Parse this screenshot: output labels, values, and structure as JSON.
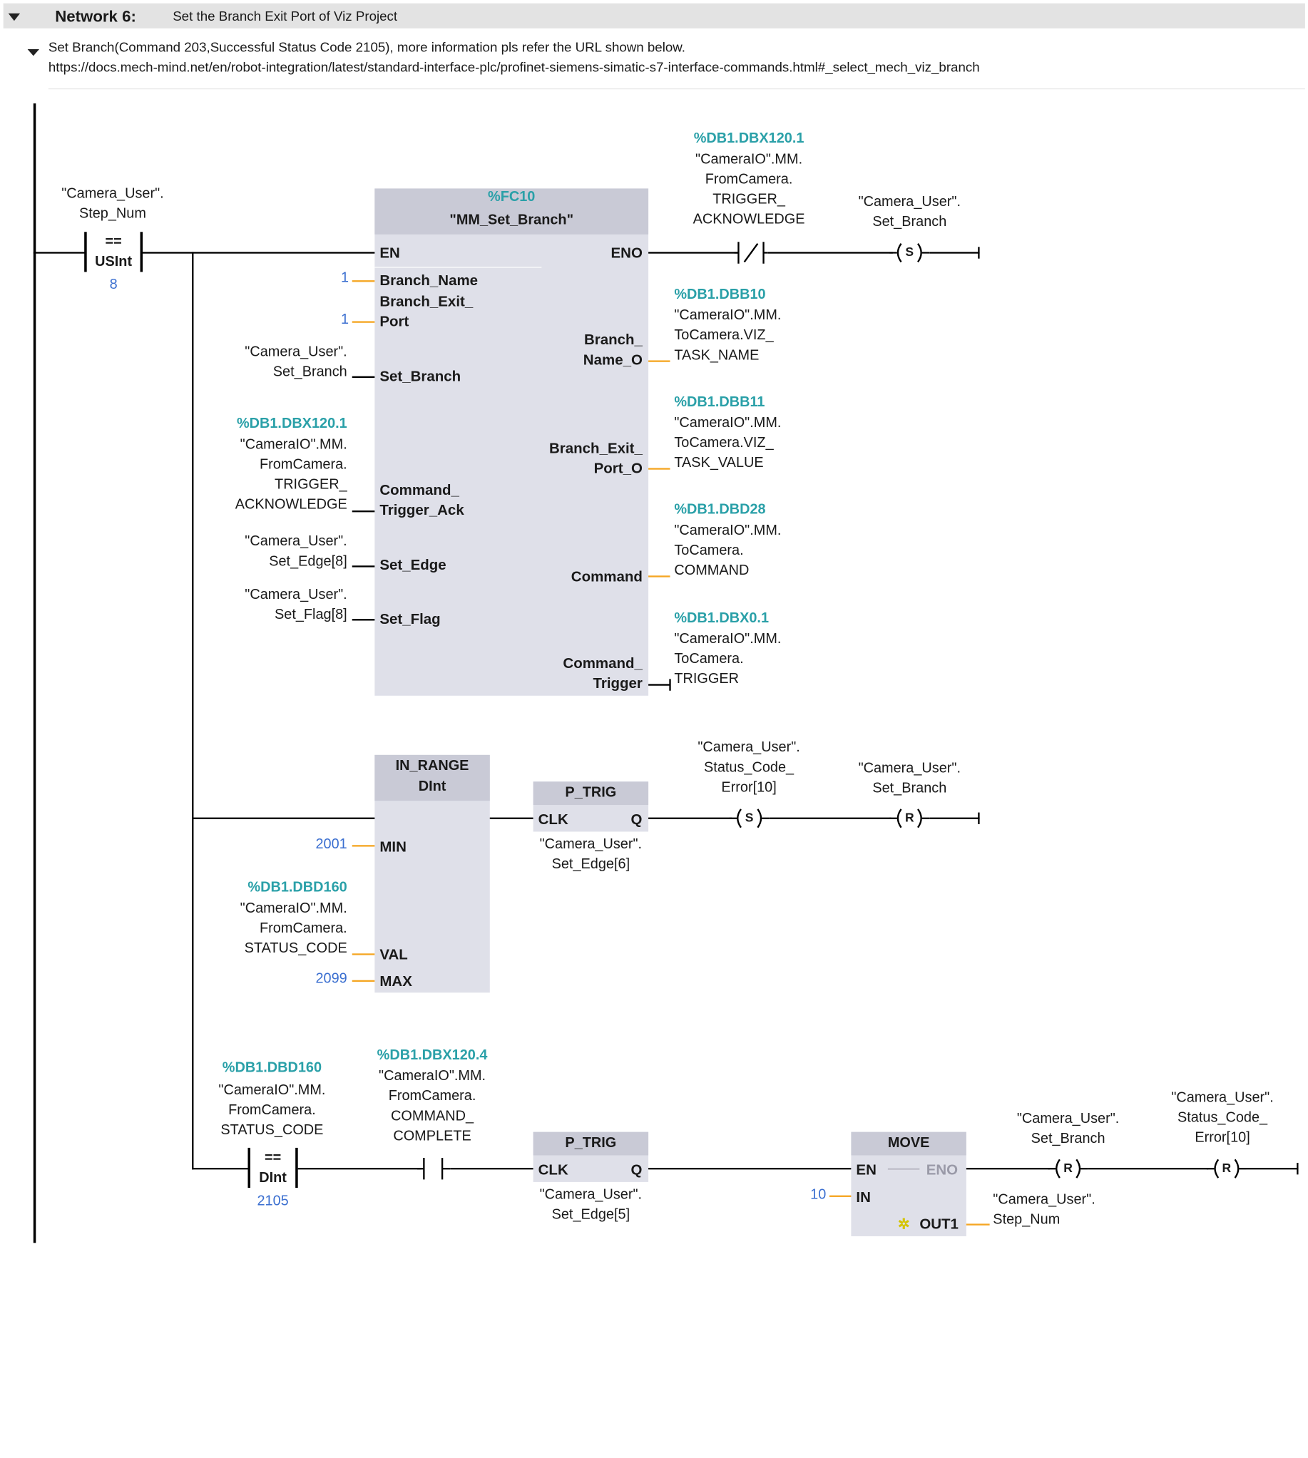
{
  "network": {
    "label": "Network 6:",
    "description": "Set the Branch Exit Port of Viz Project"
  },
  "comment": {
    "line1": "Set Branch(Command 203,Successful Status Code 2105), more information pls refer the URL shown below.",
    "line2": "https://docs.mech-mind.net/en/robot-integration/latest/standard-interface-plc/profinet-siemens-simatic-s7-interface-commands.html#_select_mech_viz_branch"
  },
  "rung1": {
    "cmp": {
      "tag1": "\"Camera_User\".",
      "tag2": "Step_Num",
      "op": "==",
      "type": "USInt",
      "value": "8"
    },
    "fc": {
      "address": "%FC10",
      "name": "\"MM_Set_Branch\"",
      "pins_left": {
        "en": "EN",
        "branch_name": "Branch_Name",
        "branch_exit_1": "Branch_Exit_",
        "branch_exit_2": "Port",
        "set_branch": "Set_Branch",
        "cmd_ack_1": "Command_",
        "cmd_ack_2": "Trigger_Ack",
        "set_edge": "Set_Edge",
        "set_flag": "Set_Flag"
      },
      "pins_right": {
        "eno": "ENO",
        "bno_1": "Branch_",
        "bno_2": "Name_O",
        "bepo_1": "Branch_Exit_",
        "bepo_2": "Port_O",
        "command": "Command",
        "ctrig_1": "Command_",
        "ctrig_2": "Trigger"
      },
      "in_branch_name": "1",
      "in_branch_exit_port": "1",
      "in_set_branch": [
        "\"Camera_User\".",
        "Set_Branch"
      ],
      "in_cmd_ack": {
        "address": "%DB1.DBX120.1",
        "lines": [
          "\"CameraIO\".MM.",
          "FromCamera.",
          "TRIGGER_",
          "ACKNOWLEDGE"
        ]
      },
      "in_set_edge": [
        "\"Camera_User\".",
        "Set_Edge[8]"
      ],
      "in_set_flag": [
        "\"Camera_User\".",
        "Set_Flag[8]"
      ],
      "out_bno": {
        "address": "%DB1.DBB10",
        "lines": [
          "\"CameraIO\".MM.",
          "ToCamera.VIZ_",
          "TASK_NAME"
        ]
      },
      "out_bepo": {
        "address": "%DB1.DBB11",
        "lines": [
          "\"CameraIO\".MM.",
          "ToCamera.VIZ_",
          "TASK_VALUE"
        ]
      },
      "out_command": {
        "address": "%DB1.DBD28",
        "lines": [
          "\"CameraIO\".MM.",
          "ToCamera.",
          "COMMAND"
        ]
      },
      "out_ctrig": {
        "address": "%DB1.DBX0.1",
        "lines": [
          "\"CameraIO\".MM.",
          "ToCamera.",
          "TRIGGER"
        ]
      }
    },
    "nc_contact": {
      "address": "%DB1.DBX120.1",
      "lines": [
        "\"CameraIO\".MM.",
        "FromCamera.",
        "TRIGGER_",
        "ACKNOWLEDGE"
      ]
    },
    "set_coil": {
      "tag1": "\"Camera_User\".",
      "tag2": "Set_Branch",
      "symbol": "S"
    }
  },
  "rung2": {
    "inrange": {
      "title": "IN_RANGE",
      "type": "DInt",
      "pin_min": "MIN",
      "pin_val": "VAL",
      "pin_max": "MAX",
      "min": "2001",
      "max": "2099",
      "val": {
        "address": "%DB1.DBD160",
        "lines": [
          "\"CameraIO\".MM.",
          "FromCamera.",
          "STATUS_CODE"
        ]
      }
    },
    "ptrig": {
      "title": "P_TRIG",
      "clk": "CLK",
      "q": "Q",
      "tag1": "\"Camera_User\".",
      "tag2": "Set_Edge[6]"
    },
    "set_coil": {
      "lines": [
        "\"Camera_User\".",
        "Status_Code_",
        "Error[10]"
      ],
      "symbol": "S"
    },
    "reset_coil": {
      "tag1": "\"Camera_User\".",
      "tag2": "Set_Branch",
      "symbol": "R"
    }
  },
  "rung3": {
    "cmp": {
      "address": "%DB1.DBD160",
      "lines": [
        "\"CameraIO\".MM.",
        "FromCamera.",
        "STATUS_CODE"
      ],
      "op": "==",
      "type": "DInt",
      "value": "2105"
    },
    "no_contact": {
      "address": "%DB1.DBX120.4",
      "lines": [
        "\"CameraIO\".MM.",
        "FromCamera.",
        "COMMAND_",
        "COMPLETE"
      ]
    },
    "ptrig": {
      "title": "P_TRIG",
      "clk": "CLK",
      "q": "Q",
      "tag1": "\"Camera_User\".",
      "tag2": "Set_Edge[5]"
    },
    "move": {
      "title": "MOVE",
      "en": "EN",
      "eno": "ENO",
      "in_pin": "IN",
      "out_pin": "OUT1",
      "in_value": "10",
      "out_tag1": "\"Camera_User\".",
      "out_tag2": "Step_Num"
    },
    "reset_coil1": {
      "tag1": "\"Camera_User\".",
      "tag2": "Set_Branch",
      "symbol": "R"
    },
    "reset_coil2": {
      "lines": [
        "\"Camera_User\".",
        "Status_Code_",
        "Error[10]"
      ],
      "symbol": "R"
    }
  }
}
